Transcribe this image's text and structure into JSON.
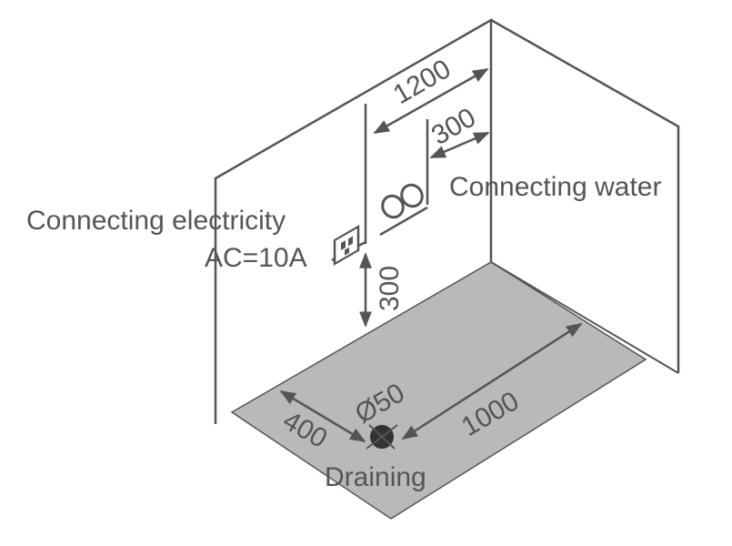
{
  "labels": {
    "connecting_electricity": "Connecting electricity",
    "ac_rating": "AC=10A",
    "connecting_water": "Connecting water",
    "draining": "Draining"
  },
  "dimensions": {
    "back_wall_width": "1200",
    "water_offset": "300",
    "socket_height": "300",
    "drain_diameter": "Ø50",
    "drain_side_offset": "400",
    "drain_depth_offset": "1000"
  },
  "colors": {
    "line": "#555555",
    "floor": "#b9b9b9",
    "background": "#ffffff"
  }
}
